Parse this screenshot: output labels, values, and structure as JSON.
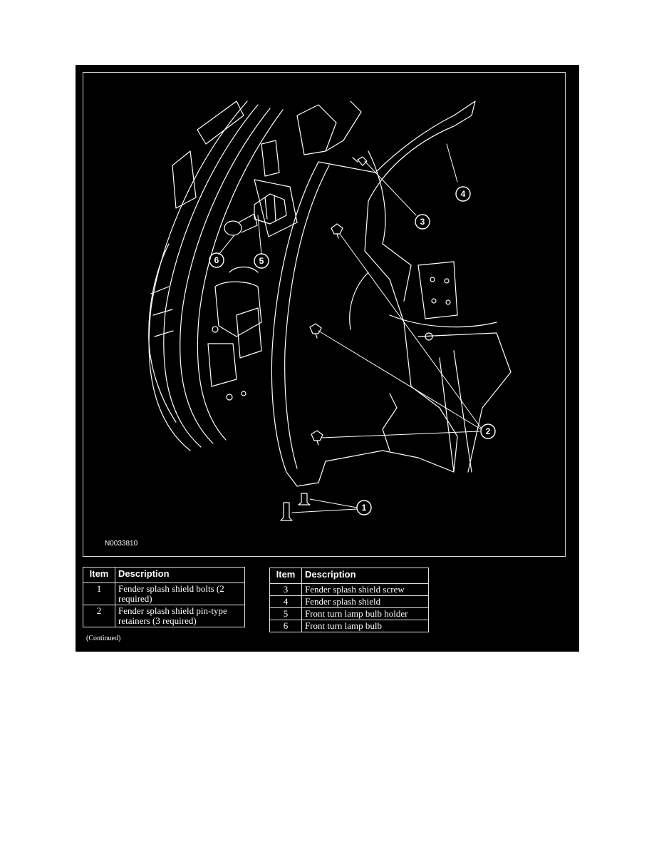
{
  "figure": {
    "id": "N0033810",
    "callouts": [
      "1",
      "2",
      "3",
      "4",
      "5",
      "6"
    ]
  },
  "tables": {
    "left": {
      "headers": {
        "item": "Item",
        "description": "Description"
      },
      "rows": [
        {
          "item": "1",
          "description": "Fender splash shield bolts (2 required)"
        },
        {
          "item": "2",
          "description": "Fender splash shield pin-type retainers (3 required)"
        }
      ],
      "footnote": "(Continued)"
    },
    "right": {
      "headers": {
        "item": "Item",
        "description": "Description"
      },
      "rows": [
        {
          "item": "3",
          "description": "Fender splash shield screw"
        },
        {
          "item": "4",
          "description": "Fender splash shield"
        },
        {
          "item": "5",
          "description": "Front turn lamp bulb holder"
        },
        {
          "item": "6",
          "description": "Front turn lamp bulb"
        }
      ]
    }
  },
  "colors": {
    "background": "#000000",
    "line": "#ffffff",
    "page": "#ffffff"
  }
}
